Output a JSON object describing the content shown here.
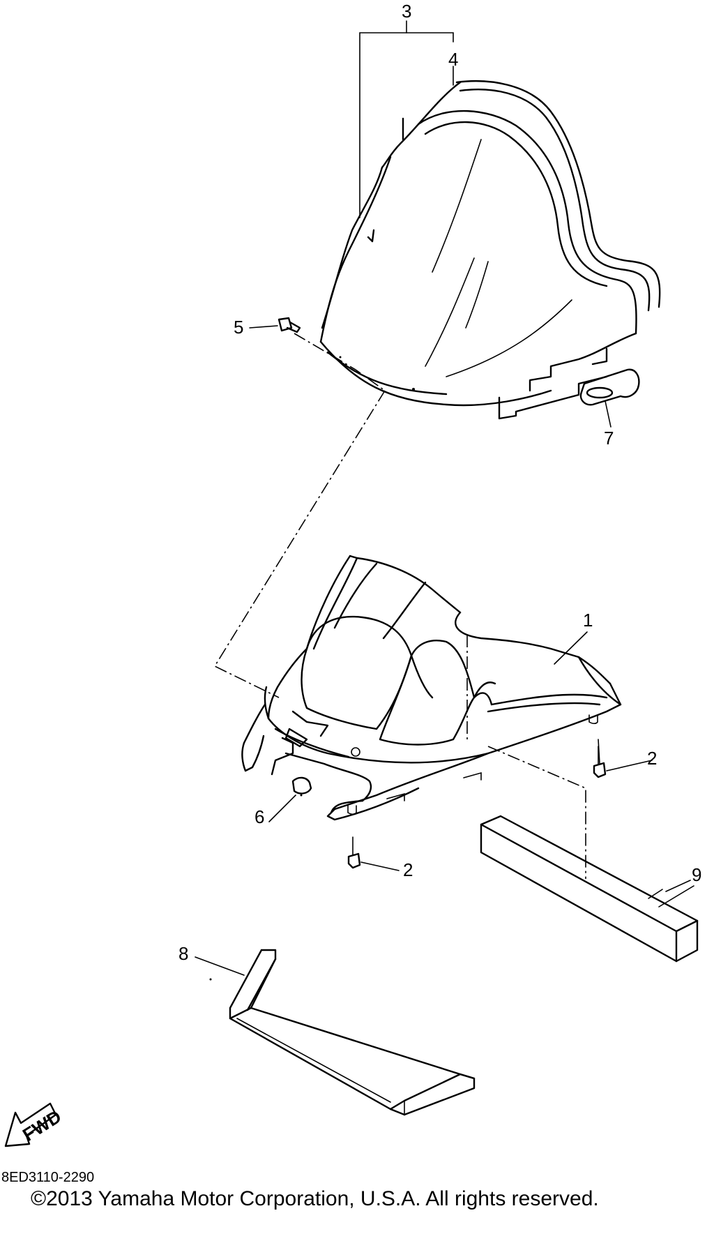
{
  "callouts": {
    "c1": "1",
    "c2a": "2",
    "c2b": "2",
    "c3": "3",
    "c4": "4",
    "c5": "5",
    "c6": "6",
    "c7": "7",
    "c8": "8",
    "c9": "9"
  },
  "fwd_label": "FWD",
  "diagram_code": "8ED3110-2290",
  "copyright": "©2013 Yamaha Motor Corporation, U.S.A. All rights reserved."
}
